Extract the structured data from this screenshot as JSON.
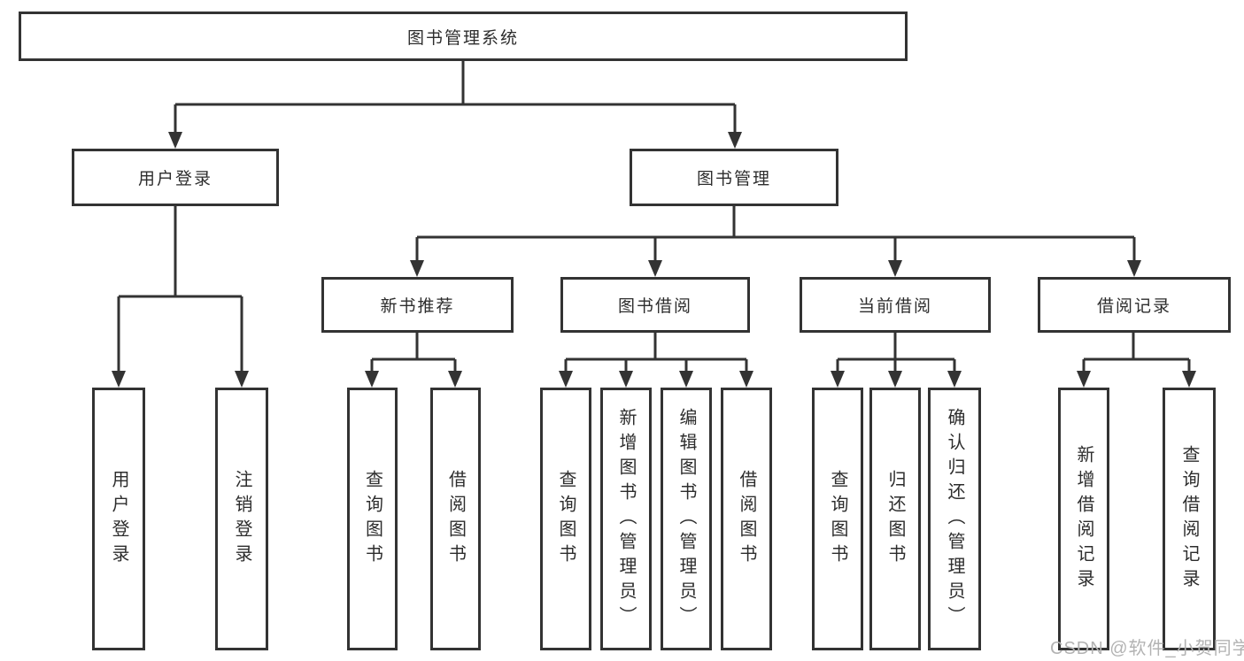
{
  "diagram_title": "图书管理系统",
  "tree": {
    "label": "图书管理系统",
    "children": [
      {
        "label": "用户登录",
        "children": [
          {
            "label": "用户登录"
          },
          {
            "label": "注销登录"
          }
        ]
      },
      {
        "label": "图书管理",
        "children": [
          {
            "label": "新书推荐",
            "children": [
              {
                "label": "查询图书"
              },
              {
                "label": "借阅图书"
              }
            ]
          },
          {
            "label": "图书借阅",
            "children": [
              {
                "label": "查询图书"
              },
              {
                "label": "新增图书（管理员）"
              },
              {
                "label": "编辑图书（管理员）"
              },
              {
                "label": "借阅图书"
              }
            ]
          },
          {
            "label": "当前借阅",
            "children": [
              {
                "label": "查询图书"
              },
              {
                "label": "归还图书"
              },
              {
                "label": "确认归还（管理员）"
              }
            ]
          },
          {
            "label": "借阅记录",
            "children": [
              {
                "label": "新增借阅记录"
              },
              {
                "label": "查询借阅记录"
              }
            ]
          }
        ]
      }
    ]
  },
  "watermark": {
    "text": "CSDN @软件_小贺同学"
  },
  "colors": {
    "line": "#333333",
    "box_border": "#333333",
    "text": "#2d2d2d",
    "watermark": "#b3b3b3",
    "background": "#ffffff"
  }
}
